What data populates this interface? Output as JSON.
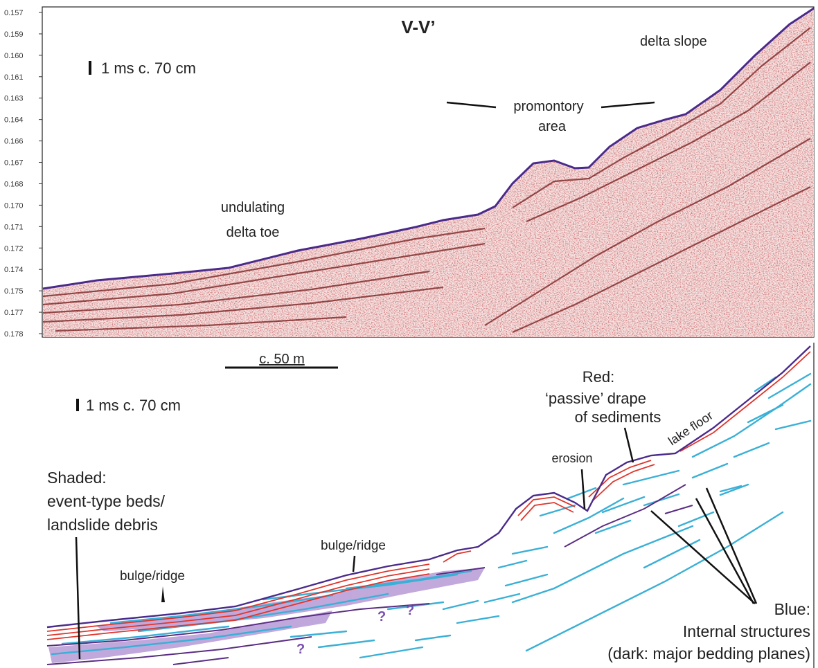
{
  "top_panel": {
    "title": "V-V’",
    "scale_bar": "1 ms c. 70 cm",
    "y_axis_ticks": [
      "0.157",
      "0.159",
      "0.160",
      "0.161",
      "0.163",
      "0.164",
      "0.166",
      "0.167",
      "0.168",
      "0.170",
      "0.171",
      "0.172",
      "0.174",
      "0.175",
      "0.177",
      "0.178"
    ],
    "labels": {
      "delta_slope": "delta slope",
      "promontory_line1": "promontory",
      "promontory_line2": "area",
      "undulating_line1": "undulating",
      "undulating_line2": "delta toe"
    }
  },
  "horizontal_scale": "c. 50 m",
  "bottom_panel": {
    "scale_bar": "1 ms c. 70 cm",
    "shaded_legend": [
      "Shaded:",
      "event-type beds/",
      "landslide debris"
    ],
    "red_legend": [
      "Red:",
      "‘passive’ drape",
      "of sediments"
    ],
    "blue_legend": [
      "Blue:",
      "Internal structures",
      "(dark: major bedding planes)"
    ],
    "lake_floor": "lake floor",
    "erosion": "erosion",
    "bulge_ridge_1": "bulge/ridge",
    "bulge_ridge_2": "bulge/ridge",
    "question_mark": "?"
  },
  "colors": {
    "seismic_red": "#8b1a1a",
    "seafloor_line": "#4a2a8a",
    "drape_red": "#e0352b",
    "internal_blue": "#3ab0d6",
    "dark_purple": "#5a2d82",
    "shaded_purple": "#b79ad6"
  }
}
